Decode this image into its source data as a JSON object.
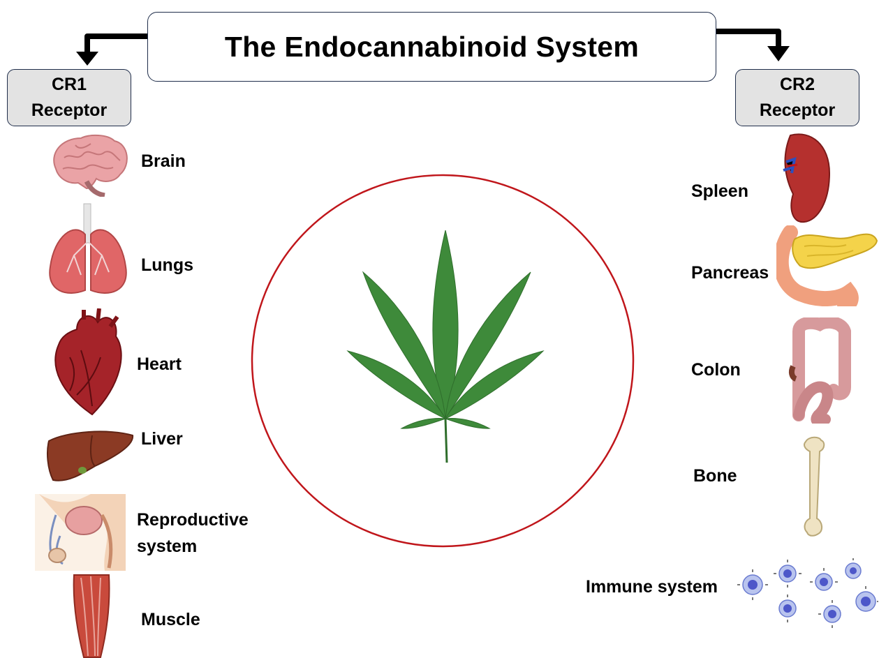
{
  "title": "The Endocannabinoid System",
  "receptors": {
    "left": {
      "line1": "CR1",
      "line2": "Receptor"
    },
    "right": {
      "line1": "CR2",
      "line2": "Receptor"
    }
  },
  "cr1_organs": [
    {
      "label": "Brain",
      "icon": "brain-icon"
    },
    {
      "label": "Lungs",
      "icon": "lungs-icon"
    },
    {
      "label": "Heart",
      "icon": "heart-icon"
    },
    {
      "label": "Liver",
      "icon": "liver-icon"
    },
    {
      "label_line1": "Reproductive",
      "label_line2": "system",
      "icon": "reproductive-system-icon"
    },
    {
      "label": "Muscle",
      "icon": "muscle-icon"
    }
  ],
  "cr2_organs": [
    {
      "label": "Spleen",
      "icon": "spleen-icon"
    },
    {
      "label": "Pancreas",
      "icon": "pancreas-icon"
    },
    {
      "label": "Colon",
      "icon": "colon-icon"
    },
    {
      "label": "Bone",
      "icon": "bone-icon"
    },
    {
      "label": "Immune system",
      "icon": "immune-cells-icon"
    }
  ],
  "center": {
    "icon": "cannabis-leaf-icon",
    "circle_color": "#c0161b",
    "leaf_color": "#3e8a3a"
  },
  "colors": {
    "arrow": "#000000",
    "box_border": "#1f2d4a",
    "receptor_fill": "#e3e3e3"
  }
}
